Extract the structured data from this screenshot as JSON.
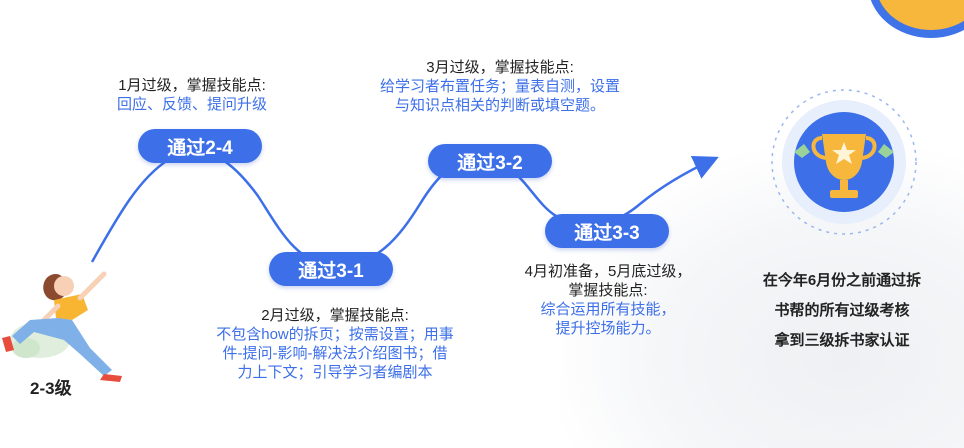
{
  "level": "2-3级",
  "milestones": [
    {
      "label": "通过2-4",
      "month": "1月过级，掌握技能点:",
      "details": [
        "回应、反馈、提问升级"
      ]
    },
    {
      "label": "通过3-1",
      "month": "2月过级，掌握技能点:",
      "details": [
        "不包含how的拆页；按需设置；用事",
        "件-提问-影响-解决法介绍图书；借",
        "力上下文；引导学习者编剧本"
      ]
    },
    {
      "label": "通过3-2",
      "month": "3月过级，掌握技能点:",
      "details": [
        "给学习者布置任务；量表自测，设置",
        "与知识点相关的判断或填空题。"
      ]
    },
    {
      "label": "通过3-3",
      "month_lines": [
        "4月初准备，5月底过级，",
        "掌握技能点:"
      ],
      "details": [
        "综合运用所有技能，",
        "提升控场能力。"
      ]
    }
  ],
  "goal": [
    "在今年6月份之前通过拆",
    "书帮的所有过级考核",
    "拿到三级拆书家认证"
  ],
  "colors": {
    "accent": "#3c6fe8",
    "trophy": "#f6b73c",
    "runner_shirt": "#f7b531",
    "runner_pants": "#7fb0e8"
  },
  "icons": [
    "trophy-icon",
    "runner-illustration",
    "arrow-head-icon"
  ]
}
